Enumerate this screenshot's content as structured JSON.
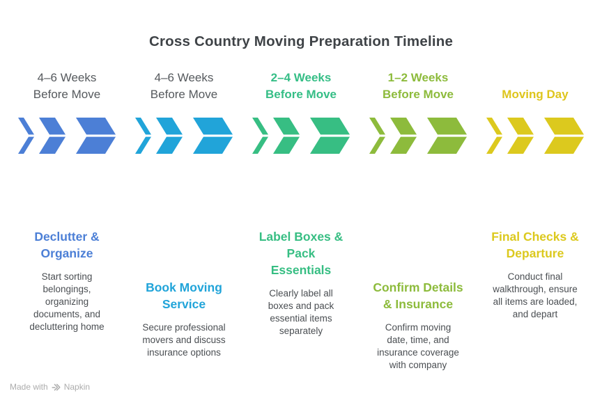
{
  "title": "Cross Country Moving Preparation Timeline",
  "columns": [
    {
      "header": "4–6 Weeks\nBefore Move",
      "header_color": "#55595D",
      "accent": "#4C7FD6",
      "step_title": "Declutter &\nOrganize",
      "description": "Start sorting\nbelongings,\norganizing\ndocuments, and\ndecluttering home"
    },
    {
      "header": "4–6 Weeks\nBefore Move",
      "header_color": "#55595D",
      "accent": "#21A4D9",
      "step_title": "Book Moving\nService",
      "description": "Secure professional\nmovers and discuss\ninsurance options"
    },
    {
      "header": "2–4 Weeks\nBefore Move",
      "header_color": "#35BE86",
      "accent": "#37BE83",
      "step_title": "Label Boxes &\nPack\nEssentials",
      "description": "Clearly label all\nboxes and pack\nessential items\nseparately"
    },
    {
      "header": "1–2 Weeks\nBefore Move",
      "header_color": "#8DBB3C",
      "accent": "#8DBB3C",
      "step_title": "Confirm Details\n& Insurance",
      "description": "Confirm moving\ndate, time, and\ninsurance coverage\nwith company"
    },
    {
      "header": "Moving Day",
      "header_color": "#DEC51C",
      "accent": "#DCC91E",
      "step_title": "Final Checks &\nDeparture",
      "description": "Conduct final\nwalkthrough, ensure\nall items are loaded,\nand depart"
    }
  ],
  "footer": {
    "made_with": "Made with",
    "brand": "Napkin"
  },
  "colors": {
    "title_text": "#3F4347",
    "body_text": "#4A4E52",
    "muted_header_text": "#55595D",
    "watermark": "#ACACAC",
    "background": "#FFFFFF"
  }
}
